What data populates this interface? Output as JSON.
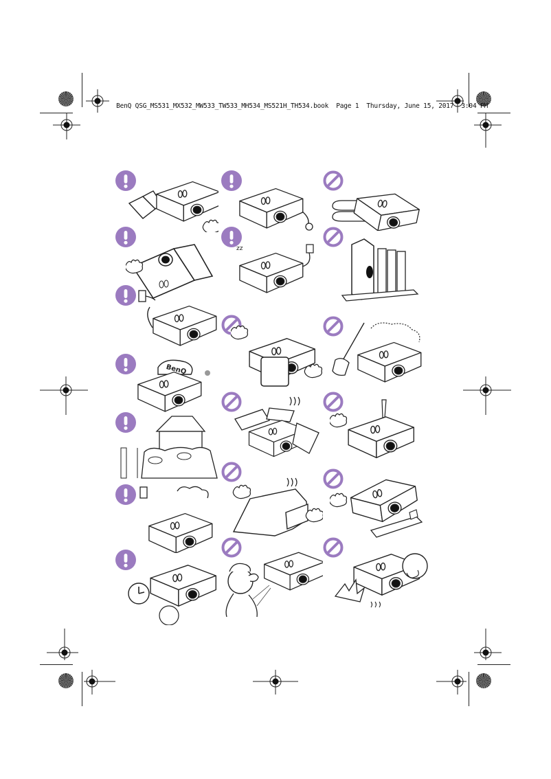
{
  "header": {
    "slug_line": "BenQ QSG_MS531_MX532_MW533_TW533_MH534_MS521H_TH534.book  Page 1  Thursday, June 15, 2017  3:04 PM",
    "book_file": "BenQ QSG_MS531_MX532_MW533_TW533_MH534_MS521H_TH534.book",
    "page_label": "Page 1",
    "date": "Thursday, June 15, 2017",
    "time": "3:04 PM"
  },
  "colors": {
    "badge_purple": "#9b7bc0",
    "line": "#222222",
    "paper": "#ffffff"
  },
  "icons": {
    "caution": "exclamation-circle-icon",
    "prohibited": "prohibited-circle-icon",
    "registration": "registration-target-icon",
    "color_bar": "color-calibration-wheel-icon"
  },
  "illustrations": {
    "left_column": [
      {
        "type": "caution",
        "label": "Read the manual before use"
      },
      {
        "type": "caution",
        "label": "Handle projector with care / do not drop"
      },
      {
        "type": "caution",
        "label": "Plug into grounded outlet"
      },
      {
        "type": "caution",
        "label": "Use genuine BenQ lamp",
        "hat_text": "BenQ"
      },
      {
        "type": "caution",
        "label": "Observe altitude limits"
      },
      {
        "type": "caution",
        "label": "Unplug during storms / disconnect power"
      },
      {
        "type": "caution",
        "label": "Check lamp hours / service timing"
      }
    ],
    "middle_column": [
      {
        "type": "caution",
        "label": "Cool down before unplugging"
      },
      {
        "type": "caution",
        "label": "Disconnect power when not in use"
      },
      {
        "type": "prohibited",
        "label": "Do not block the lens when on"
      },
      {
        "type": "prohibited",
        "label": "Do not cover projector with items"
      },
      {
        "type": "prohibited",
        "label": "Do not cover with cloth"
      },
      {
        "type": "prohibited",
        "label": "Do not look directly into the lens"
      }
    ],
    "right_column": [
      {
        "type": "prohibited",
        "label": "Do not place on soft surfaces"
      },
      {
        "type": "prohibited",
        "label": "Do not stand projector vertically"
      },
      {
        "type": "prohibited",
        "label": "Avoid dusty environments"
      },
      {
        "type": "prohibited",
        "label": "Do not place liquids on projector"
      },
      {
        "type": "prohibited",
        "label": "Do not tilt projector excessively"
      },
      {
        "type": "prohibited",
        "label": "Do not touch hot exhaust vent"
      }
    ]
  }
}
